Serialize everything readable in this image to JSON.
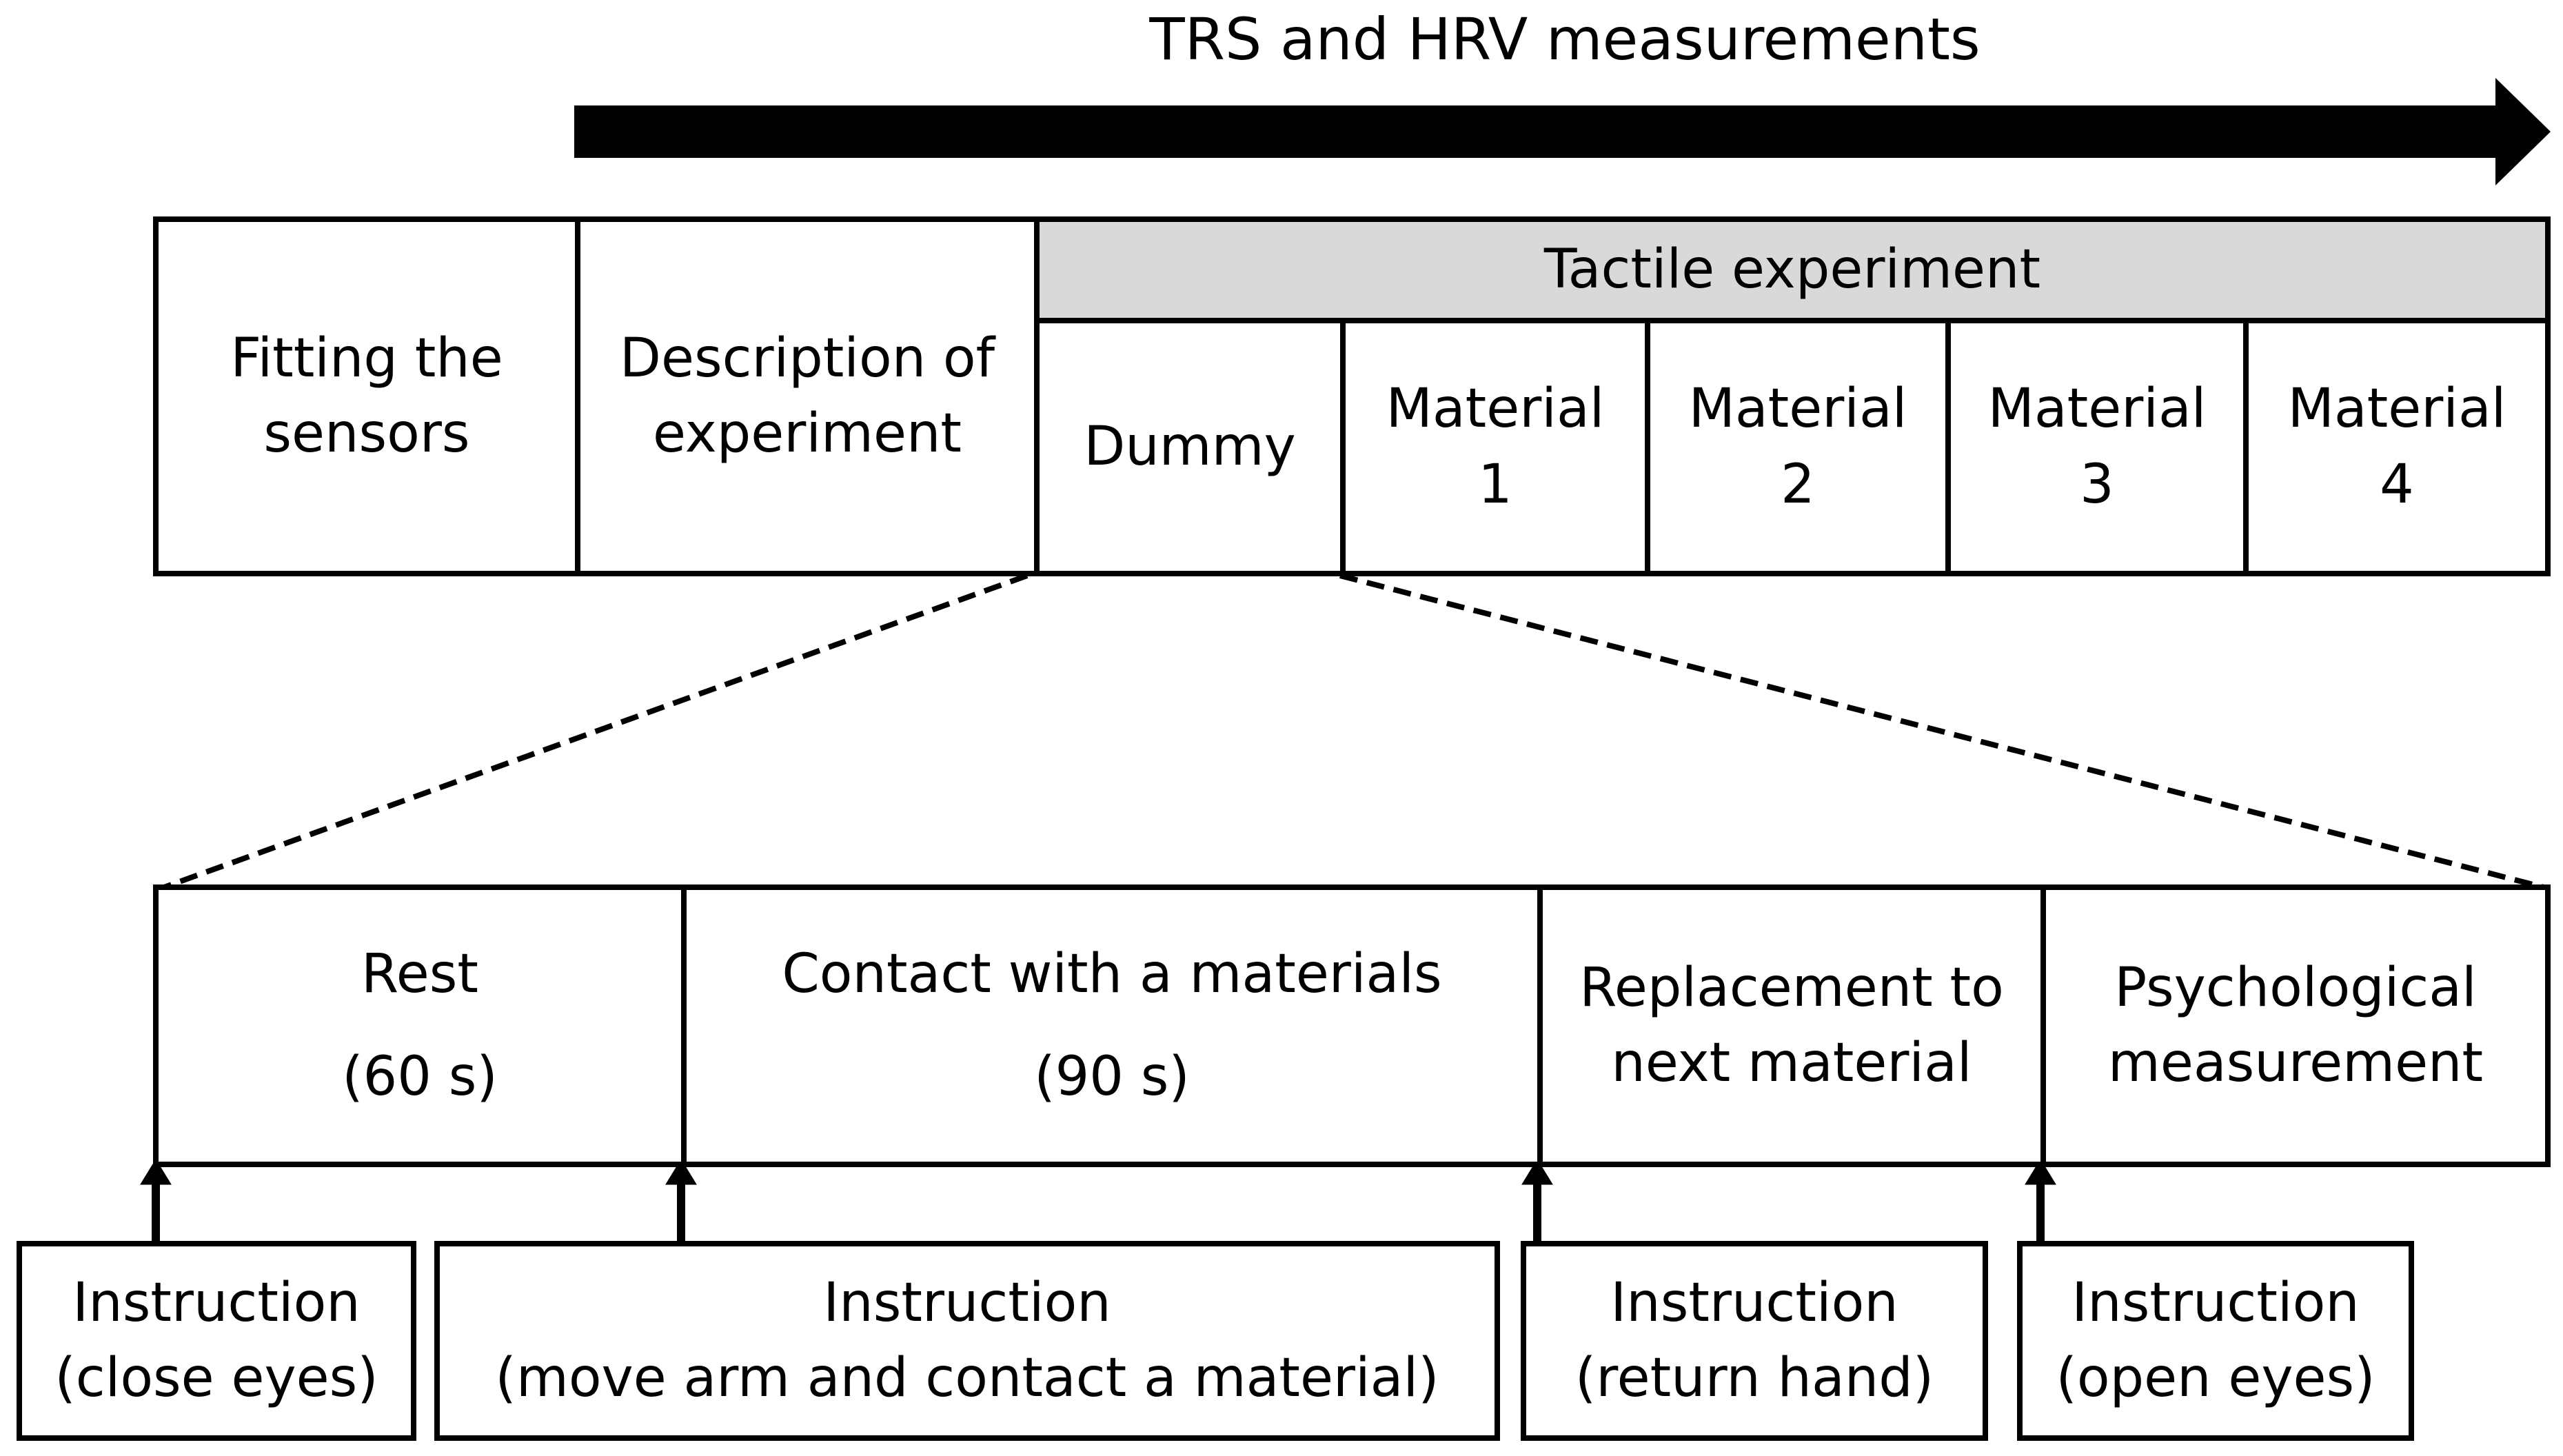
{
  "top_arrow": {
    "label": "TRS and HRV measurements"
  },
  "phases": {
    "fitting": [
      "Fitting the",
      "sensors"
    ],
    "description": [
      "Description of",
      "experiment"
    ],
    "tactile_header": "Tactile experiment",
    "dummy": "Dummy",
    "materials": [
      [
        "Material",
        "1"
      ],
      [
        "Material",
        "2"
      ],
      [
        "Material",
        "3"
      ],
      [
        "Material",
        "4"
      ]
    ]
  },
  "detail_steps": {
    "rest": {
      "name": "Rest",
      "duration": "(60 s)"
    },
    "contact": {
      "name": "Contact with a materials",
      "duration": "(90 s)"
    },
    "replacement": [
      "Replacement to",
      "next material"
    ],
    "psychological": [
      "Psychological",
      "measurement"
    ]
  },
  "instructions": [
    [
      "Instruction",
      "(close eyes)"
    ],
    [
      "Instruction",
      "(move arm and contact a material)"
    ],
    [
      "Instruction",
      "(return hand)"
    ],
    [
      "Instruction",
      "(open eyes)"
    ]
  ]
}
